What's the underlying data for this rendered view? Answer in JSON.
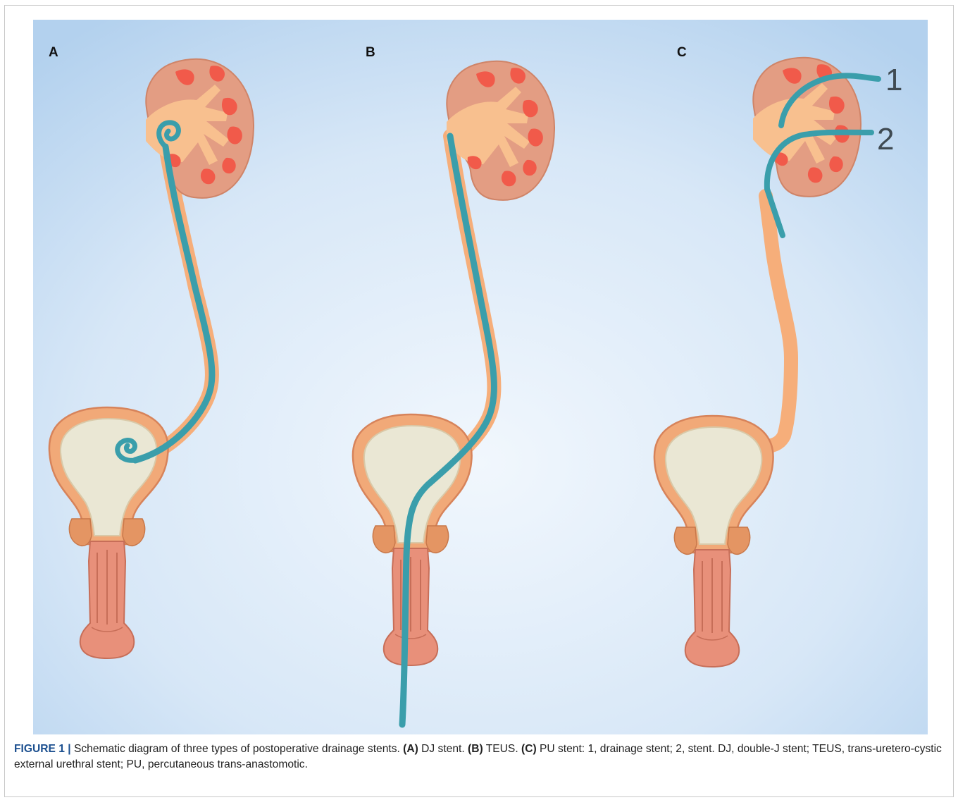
{
  "figure": {
    "panels": [
      {
        "letter": "A"
      },
      {
        "letter": "B"
      },
      {
        "letter": "C",
        "stent_labels": [
          "1",
          "2"
        ]
      }
    ],
    "colors": {
      "background_top": "#b3d1ee",
      "background_center": "#f1f7fd",
      "stent": "#3a9eab",
      "kidney": "#e39d83",
      "kidney_papilla": "#f15a4a",
      "renal_pelvis": "#f8c08f",
      "ureter": "#f6ae7a",
      "bladder_wall": "#f1a978",
      "bladder_lumen": "#eae7d4",
      "urethra": "#e8907a"
    }
  },
  "caption": {
    "label": "FIGURE 1 |",
    "parts": [
      {
        "bold": false,
        "text": " Schematic diagram of three types of postoperative drainage stents. "
      },
      {
        "bold": true,
        "text": "(A)"
      },
      {
        "bold": false,
        "text": " DJ stent. "
      },
      {
        "bold": true,
        "text": "(B)"
      },
      {
        "bold": false,
        "text": " TEUS. "
      },
      {
        "bold": true,
        "text": "(C)"
      },
      {
        "bold": false,
        "text": " PU stent: 1, drainage stent; 2, stent. DJ, double-J stent; TEUS, trans-uretero-cystic external urethral stent; PU, percutaneous trans-anastomotic."
      }
    ]
  }
}
